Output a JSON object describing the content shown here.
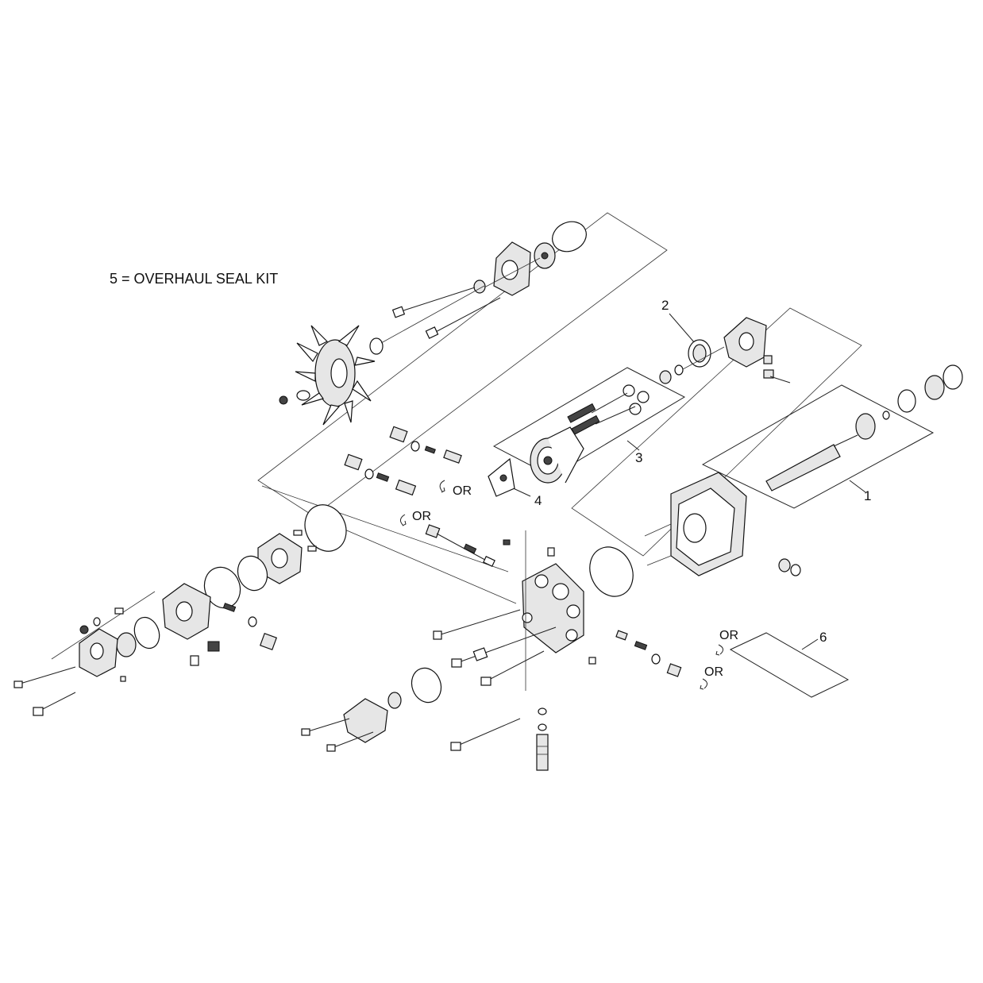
{
  "kit_note": "5 = OVERHAUL SEAL KIT",
  "callouts": {
    "c1": "1",
    "c2": "2",
    "c3": "3",
    "c4": "4",
    "c6": "6"
  },
  "or_labels": {
    "or_a": "OR",
    "or_b": "OR",
    "or_c": "OR",
    "or_d": "OR"
  },
  "colors": {
    "line": "#111111",
    "background": "#ffffff"
  }
}
